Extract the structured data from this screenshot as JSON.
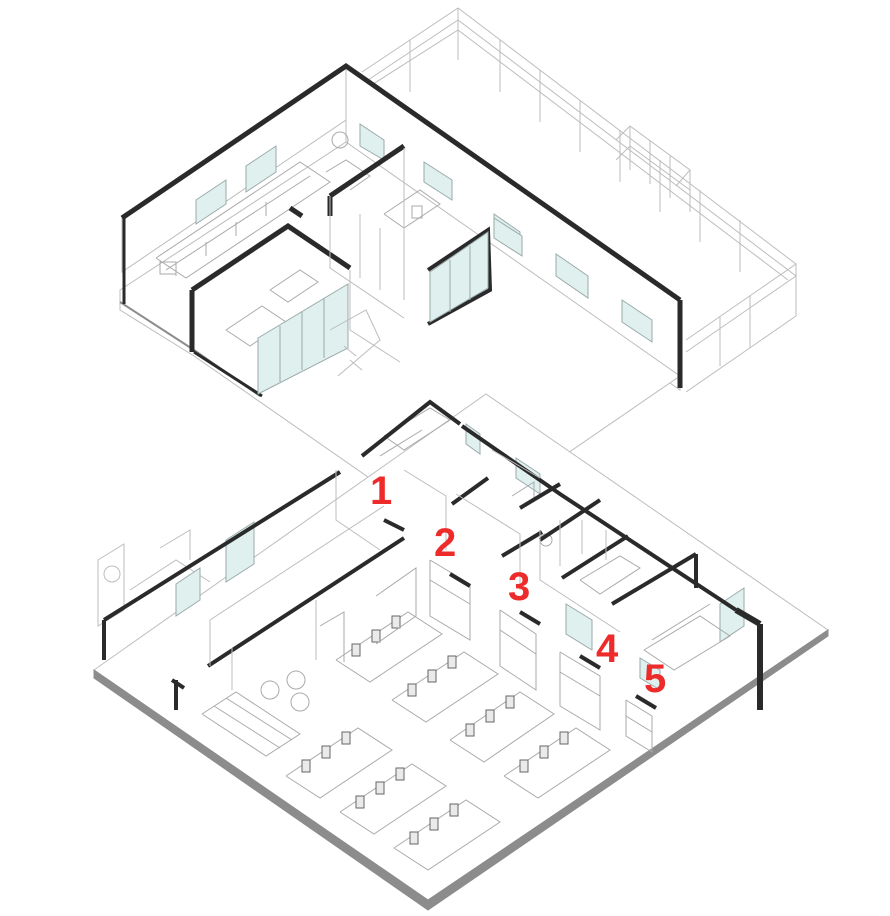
{
  "diagram": {
    "upper_level": {
      "kind": "axonometric-floor-plan"
    },
    "lower_level": {
      "kind": "axonometric-floor-plan"
    },
    "room_labels": [
      {
        "id": "room-1",
        "text": "1"
      },
      {
        "id": "room-2",
        "text": "2"
      },
      {
        "id": "room-3",
        "text": "3"
      },
      {
        "id": "room-4",
        "text": "4"
      },
      {
        "id": "room-5",
        "text": "5"
      }
    ]
  },
  "colors": {
    "label": "#ee2b2b",
    "wall_dark": "#2a2a2a",
    "line": "#bdbdbd",
    "glass": "#dff0ee",
    "slab_edge": "#8c8c8c"
  }
}
